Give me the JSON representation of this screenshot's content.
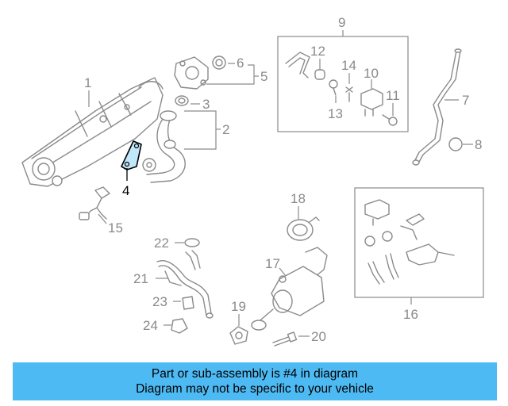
{
  "diagram": {
    "highlight_color": "#000000",
    "part_color": "#8a8a8a",
    "highlighted_part": "4",
    "labels": [
      "1",
      "2",
      "3",
      "4",
      "5",
      "6",
      "7",
      "8",
      "9",
      "10",
      "11",
      "12",
      "13",
      "14",
      "15",
      "16",
      "17",
      "18",
      "19",
      "20",
      "21",
      "22",
      "23",
      "24"
    ]
  },
  "banner": {
    "line1": "Part or sub-assembly is #4 in diagram",
    "line2": "Diagram may not be specific to your vehicle",
    "background": "#4ebaf3"
  }
}
